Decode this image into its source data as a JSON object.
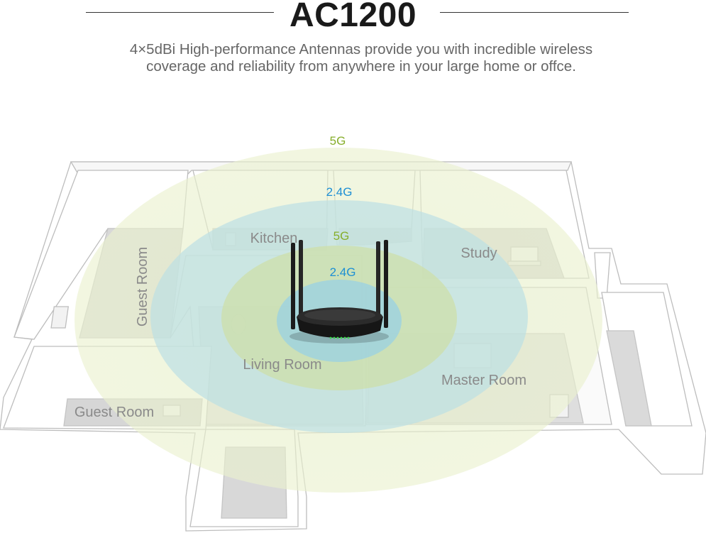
{
  "header": {
    "title": "AC1200",
    "subtitle_line1": "4×5dBi High-performance Antennas provide you with incredible wireless",
    "subtitle_line2": "coverage and reliability from anywhere in your large home or offce."
  },
  "bands": {
    "outer_5g": "5G",
    "outer_24g": "2.4G",
    "inner_5g": "5G",
    "inner_24g": "2.4G"
  },
  "rooms": {
    "guest_room_left": "Guest Room",
    "kitchen": "Kitchen",
    "study": "Study",
    "living_room": "Living Room",
    "master_room": "Master Room",
    "guest_room_bottom": "Guest Room"
  },
  "colors": {
    "band_5g": "#86ae2a",
    "band_24g": "#1d8fd4",
    "coverage_5g": "#dfe9b8",
    "coverage_24g": "#bfe0e6",
    "router": "#1b1b1b",
    "led": "#39d84a"
  }
}
